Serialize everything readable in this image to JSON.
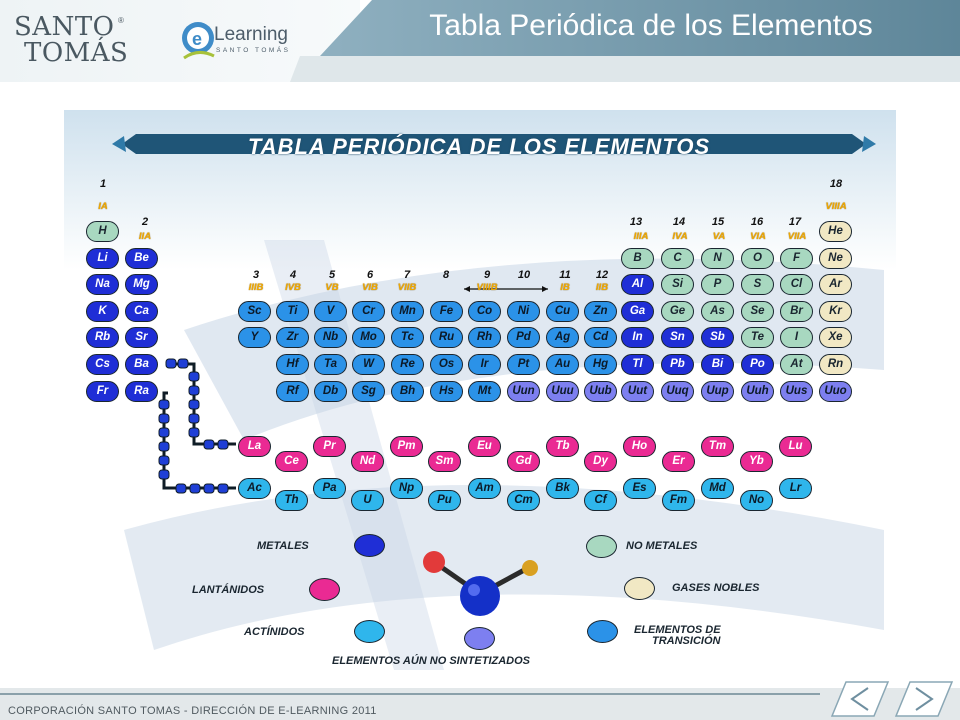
{
  "header": {
    "brand_line1": "SANTO",
    "brand_line2": "TOMÁS",
    "brand_reg": "®",
    "elearning_word": "Learning",
    "elearning_sub": "SANTO TOMÁS",
    "title": "Tabla Periódica de los Elementos"
  },
  "table": {
    "banner": "TABLA PERIÓDICA DE LOS ELEMENTOS",
    "groups": [
      "1",
      "2",
      "3",
      "4",
      "5",
      "6",
      "7",
      "8",
      "9",
      "10",
      "11",
      "12",
      "13",
      "14",
      "15",
      "16",
      "17",
      "18"
    ],
    "roman": [
      "IA",
      "IIA",
      "IIIB",
      "IVB",
      "VB",
      "VIB",
      "VIIB",
      "VIIIB",
      "IB",
      "IIB",
      "IIIA",
      "IVA",
      "VA",
      "VIA",
      "VIIA",
      "VIIIA"
    ],
    "rows": {
      "r1": [
        "H",
        "He"
      ],
      "r2": [
        "Li",
        "Be",
        "B",
        "C",
        "N",
        "O",
        "F",
        "Ne"
      ],
      "r3": [
        "Na",
        "Mg",
        "Al",
        "Si",
        "P",
        "S",
        "Cl",
        "Ar"
      ],
      "r4": [
        "K",
        "Ca",
        "Sc",
        "Ti",
        "V",
        "Cr",
        "Mn",
        "Fe",
        "Co",
        "Ni",
        "Cu",
        "Zn",
        "Ga",
        "Ge",
        "As",
        "Se",
        "Br",
        "Kr"
      ],
      "r5": [
        "Rb",
        "Sr",
        "Y",
        "Zr",
        "Nb",
        "Mo",
        "Tc",
        "Ru",
        "Rh",
        "Pd",
        "Ag",
        "Cd",
        "In",
        "Sn",
        "Sb",
        "Te",
        "I",
        "Xe"
      ],
      "r6": [
        "Cs",
        "Ba",
        "Hf",
        "Ta",
        "W",
        "Re",
        "Os",
        "Ir",
        "Pt",
        "Au",
        "Hg",
        "Tl",
        "Pb",
        "Bi",
        "Po",
        "At",
        "Rn"
      ],
      "r7": [
        "Fr",
        "Ra",
        "Rf",
        "Db",
        "Sg",
        "Bh",
        "Hs",
        "Mt",
        "Uun",
        "Uuu",
        "Uub",
        "Uut",
        "Uuq",
        "Uup",
        "Uuh",
        "Uus",
        "Uuo"
      ],
      "lan": [
        "La",
        "Ce",
        "Pr",
        "Nd",
        "Pm",
        "Sm",
        "Eu",
        "Gd",
        "Tb",
        "Dy",
        "Ho",
        "Er",
        "Tm",
        "Yb",
        "Lu"
      ],
      "act": [
        "Ac",
        "Th",
        "Pa",
        "U",
        "Np",
        "Pu",
        "Am",
        "Cm",
        "Bk",
        "Cf",
        "Es",
        "Fm",
        "Md",
        "No",
        "Lr"
      ]
    },
    "legend": {
      "metals": "METALES",
      "lanthanides": "LANTÁNIDOS",
      "actinides": "ACTÍNIDOS",
      "nonmetals": "NO METALES",
      "noble_gases": "GASES NOBLES",
      "transition_1": "ELEMENTOS DE",
      "transition_2": "TRANSICIÓN",
      "unsynthesized": "ELEMENTOS AÚN NO SINTETIZADOS"
    }
  },
  "colors": {
    "metal": "#1f2ed6",
    "nonmetal": "#a8d8c0",
    "noble": "#f1e8c4",
    "transition": "#2b92e8",
    "lanthanide": "#ea2a93",
    "actinide": "#2fb6ec",
    "unsynthesized": "#7d7ff0"
  },
  "footer": {
    "text": "CORPORACIÓN SANTO TOMAS - DIRECCIÓN DE E-LEARNING 2011",
    "prev_icon": "chevron-left-icon",
    "next_icon": "chevron-right-icon"
  }
}
